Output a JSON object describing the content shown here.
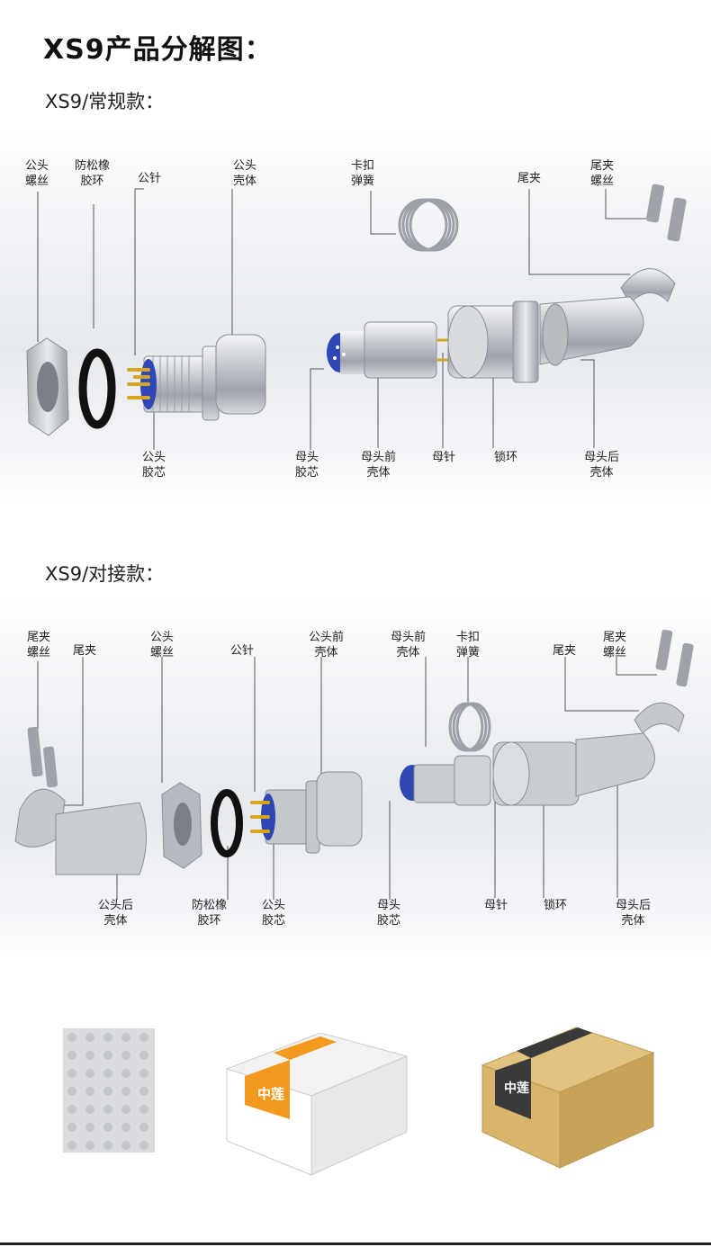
{
  "page": {
    "title": "XS9产品分解图：",
    "section1_title": "XS9/常规款：",
    "section2_title": "XS9/对接款："
  },
  "section1_labels": {
    "male_nut": "公头\n螺丝",
    "anti_loose_ring": "防松橡\n胶环",
    "male_pin": "公针",
    "male_shell": "公头\n壳体",
    "clip_spring": "卡扣\n弹簧",
    "tail_clamp": "尾夹",
    "tail_clamp_screw": "尾夹\n螺丝",
    "male_insulator": "公头\n胶芯",
    "female_insulator": "母头\n胶芯",
    "female_front_shell": "母头前\n壳体",
    "female_pin": "母针",
    "lock_ring": "锁环",
    "female_rear_shell": "母头后\n壳体"
  },
  "section2_labels": {
    "tail_clamp_screw_left": "尾夹\n螺丝",
    "tail_clamp_left": "尾夹",
    "male_nut": "公头\n螺丝",
    "male_pin": "公针",
    "male_front_shell": "公头前\n壳体",
    "female_front_shell": "母头前\n壳体",
    "clip_spring": "卡扣\n弹簧",
    "tail_clamp_right": "尾夹",
    "tail_clamp_screw_right": "尾夹\n螺丝",
    "male_rear_shell": "公头后\n壳体",
    "anti_loose_ring": "防松橡\n胶环",
    "male_insulator": "公头\n胶芯",
    "female_insulator": "母头\n胶芯",
    "female_pin": "母针",
    "lock_ring": "锁环",
    "female_rear_shell": "母头后\n壳体"
  },
  "packaging": {
    "brand_logo_text": "中莲",
    "colors": {
      "orange": "#f39a1e",
      "kraft": "#d9b46b",
      "dark_band": "#3a3a3a",
      "metal": "#c4c8cd",
      "insulator_blue": "#2f47b5",
      "gold_pin": "#d6a621"
    }
  }
}
